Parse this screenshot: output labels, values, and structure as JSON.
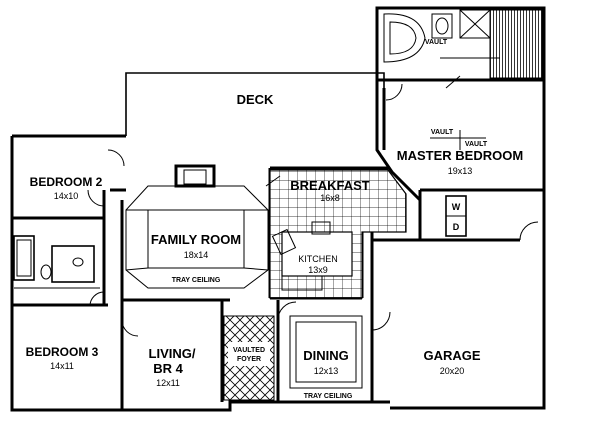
{
  "rooms": {
    "deck": {
      "name": "DECK"
    },
    "bedroom2": {
      "name": "BEDROOM 2",
      "size": "14x10"
    },
    "bedroom3": {
      "name": "BEDROOM 3",
      "size": "14x11"
    },
    "family_room": {
      "name": "FAMILY ROOM",
      "size": "18x14",
      "note": "TRAY CEILING"
    },
    "breakfast": {
      "name": "BREAKFAST",
      "size": "16x8"
    },
    "kitchen": {
      "name": "KITCHEN",
      "size": "13x9"
    },
    "master_bedroom": {
      "name": "MASTER BEDROOM",
      "size": "19x13"
    },
    "living": {
      "name_line1": "LIVING/",
      "name_line2": "BR 4",
      "size": "12x11"
    },
    "foyer": {
      "line1": "VAULTED",
      "line2": "FOYER"
    },
    "dining": {
      "name": "DINING",
      "size": "12x13",
      "note": "TRAY CEILING"
    },
    "garage": {
      "name": "GARAGE",
      "size": "20x20"
    }
  },
  "annotations": {
    "vault_bath": "VAULT",
    "vault_left": "VAULT",
    "vault_right": "VAULT",
    "washer": "W",
    "dryer": "D"
  }
}
